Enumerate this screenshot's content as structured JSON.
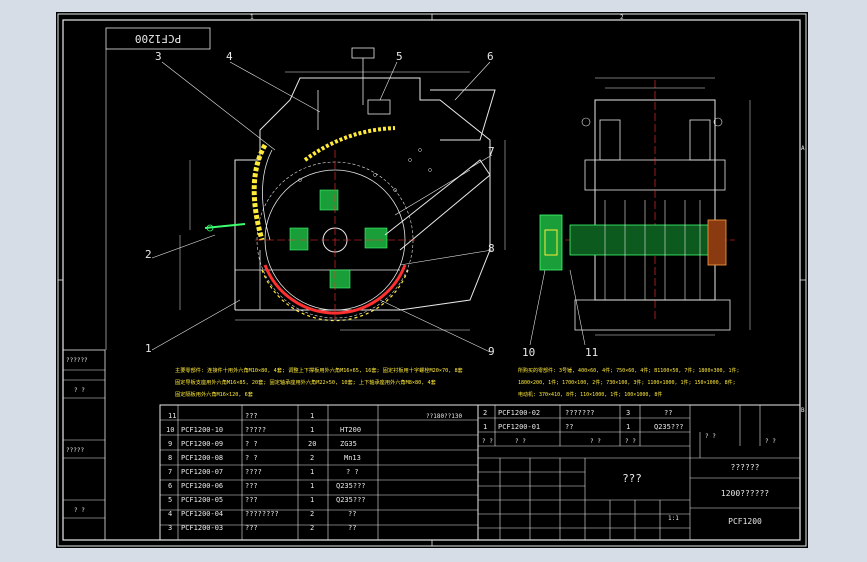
{
  "drawing": {
    "code_box": "PCF1200",
    "title_main": "???",
    "title_right_top": "??????",
    "title_right_mid": "1200??????",
    "title_right_code": "PCF1200",
    "sheet_scale": "1:1",
    "border_letters": {
      "top_a": "1",
      "top_b": "2",
      "right_a": "A",
      "right_b": "B"
    },
    "left_strip_labels": [
      "??????",
      "? ?",
      "?????",
      "? ?"
    ],
    "callouts": [
      "1",
      "2",
      "3",
      "4",
      "5",
      "6",
      "7",
      "8",
      "9",
      "10",
      "11"
    ],
    "notes_left": [
      "主要零部件: 连接件十用外六角M10×80, 4套; 调整上下撑板用外六角M16×65, 16套; 固定衬板用十字螺栓M20×70, 8套",
      "固定导板支座用外六角M16×85, 20套; 固定轴承座用外六角M22×50, 10套; 上下轴承座用外六角M8×80, 4套",
      "固定隔板用外六角M16×120, 6套"
    ],
    "notes_right": [
      "所购买的零部件: 3号锤, 400×60, 4件; 750×60, 4件; B1100×50, 7件; 1800×300, 1件;",
      "1800×200, 1件; 1700×100, 2件; 730×100, 3件; 1100×1000, 1件; 150×1000, 8件;",
      "电动机: 370×410, 8件; 110×1000, 1件; 100×1000, 8件"
    ],
    "bom_left": [
      {
        "no": "11",
        "code": "",
        "name": "???",
        "qty": "1",
        "mat": "",
        "note": "??180??130"
      },
      {
        "no": "10",
        "code": "PCF1200-10",
        "name": "?????",
        "qty": "1",
        "mat": "HT200",
        "note": ""
      },
      {
        "no": "9",
        "code": "PCF1200-09",
        "name": "? ?",
        "qty": "20",
        "mat": "ZG35",
        "note": ""
      },
      {
        "no": "8",
        "code": "PCF1200-08",
        "name": "? ?",
        "qty": "2",
        "mat": "Mn13",
        "note": ""
      },
      {
        "no": "7",
        "code": "PCF1200-07",
        "name": "????",
        "qty": "1",
        "mat": "? ?",
        "note": ""
      },
      {
        "no": "6",
        "code": "PCF1200-06",
        "name": "???",
        "qty": "1",
        "mat": "Q235???",
        "note": ""
      },
      {
        "no": "5",
        "code": "PCF1200-05",
        "name": "???",
        "qty": "1",
        "mat": "Q235???",
        "note": ""
      },
      {
        "no": "4",
        "code": "PCF1200-04",
        "name": "????????",
        "qty": "2",
        "mat": "??",
        "note": ""
      },
      {
        "no": "3",
        "code": "PCF1200-03",
        "name": "???",
        "qty": "2",
        "mat": "??",
        "note": ""
      }
    ],
    "bom_right": [
      {
        "no": "2",
        "code": "PCF1200-02",
        "name": "???????",
        "qty": "3",
        "mat": "??"
      },
      {
        "no": "1",
        "code": "PCF1200-01",
        "name": "??",
        "qty": "1",
        "mat": "Q235???"
      }
    ],
    "bom_right_header": [
      "? ?",
      "? ?",
      "? ?",
      "? ?",
      "? ?",
      "? ?"
    ]
  }
}
